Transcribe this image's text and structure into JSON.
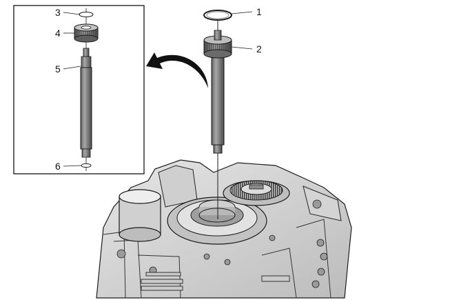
{
  "callouts": [
    {
      "id": "1",
      "label": "1"
    },
    {
      "id": "2",
      "label": "2"
    },
    {
      "id": "3",
      "label": "3"
    },
    {
      "id": "4",
      "label": "4"
    },
    {
      "id": "5",
      "label": "5"
    },
    {
      "id": "6",
      "label": "6"
    }
  ],
  "colors": {
    "metal_light": "#d9d9d9",
    "metal_mid": "#a6a6a6",
    "metal_dark": "#6e6e6e",
    "outline": "#1a1a1a",
    "frame": "#000000"
  }
}
